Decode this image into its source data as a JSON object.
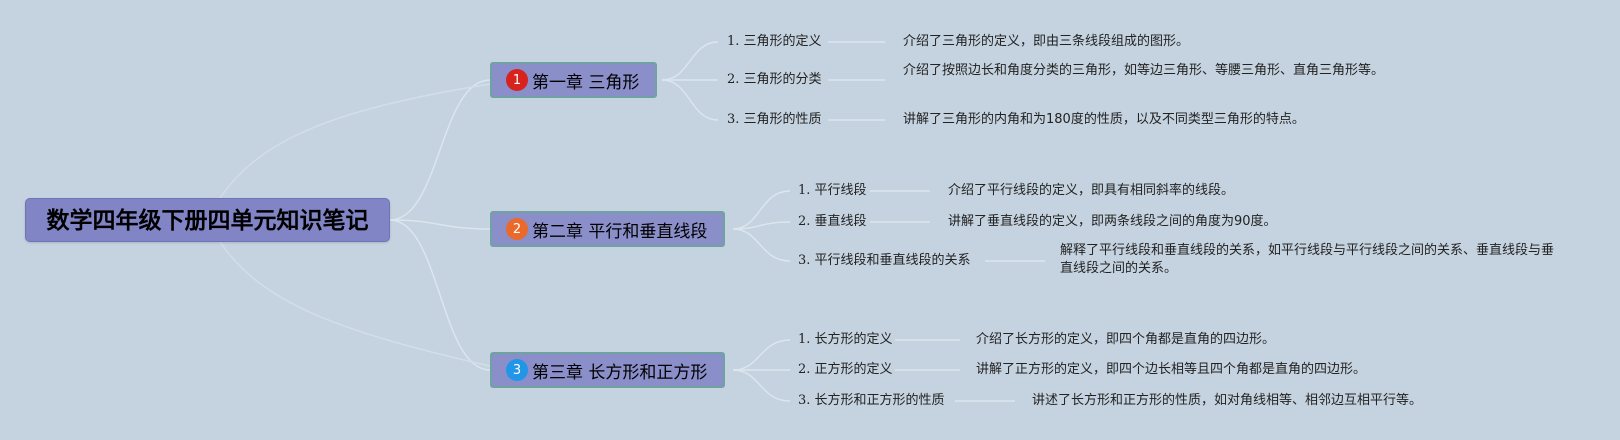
{
  "root": {
    "title": "数学四年级下册四单元知识笔记"
  },
  "colors": {
    "c1": "#d8221e",
    "c2": "#e96a2b",
    "c3": "#2196e8"
  },
  "chapters": [
    {
      "badge": "1",
      "title": "第一章 三角形",
      "topics": [
        {
          "label": "1. 三角形的定义",
          "desc": "介绍了三角形的定义，即由三条线段组成的图形。"
        },
        {
          "label": "2. 三角形的分类",
          "desc": "介绍了按照边长和角度分类的三角形，如等边三角形、等腰三角形、直角三角形等。"
        },
        {
          "label": "3. 三角形的性质",
          "desc": "讲解了三角形的内角和为180度的性质，以及不同类型三角形的特点。"
        }
      ]
    },
    {
      "badge": "2",
      "title": "第二章 平行和垂直线段",
      "topics": [
        {
          "label": "1. 平行线段",
          "desc": "介绍了平行线段的定义，即具有相同斜率的线段。"
        },
        {
          "label": "2. 垂直线段",
          "desc": "讲解了垂直线段的定义，即两条线段之间的角度为90度。"
        },
        {
          "label": "3. 平行线段和垂直线段的关系",
          "desc": "解释了平行线段和垂直线段的关系，如平行线段与平行线段之间的关系、垂直线段与垂直线段之间的关系。"
        }
      ]
    },
    {
      "badge": "3",
      "title": "第三章 长方形和正方形",
      "topics": [
        {
          "label": "1. 长方形的定义",
          "desc": "介绍了长方形的定义，即四个角都是直角的四边形。"
        },
        {
          "label": "2. 正方形的定义",
          "desc": "讲解了正方形的定义，即四个边长相等且四个角都是直角的四边形。"
        },
        {
          "label": "3. 长方形和正方形的性质",
          "desc": "讲述了长方形和正方形的性质，如对角线相等、相邻边互相平行等。"
        }
      ]
    }
  ]
}
